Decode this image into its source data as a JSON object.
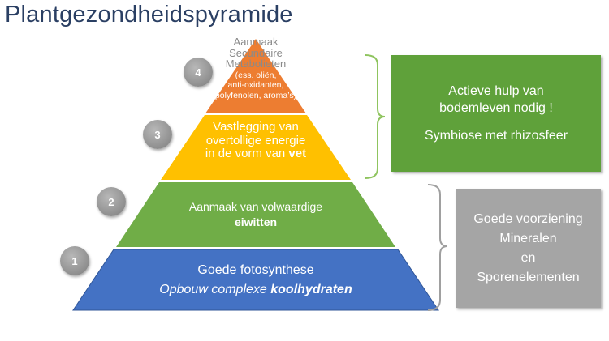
{
  "title": "Plantgezondheidspyramide",
  "colors": {
    "level1": "#4472c4",
    "level2": "#70ad47",
    "level3": "#ffc000",
    "level4": "#ed7d31",
    "green_box": "#5fa13a",
    "grey_box": "#a5a5a5"
  },
  "levels": [
    {
      "number": "1",
      "line1": "Goede fotosynthese",
      "line2_prefix": "Opbouw complexe ",
      "line2_bold": "koolhydraten"
    },
    {
      "number": "2",
      "line1": "Aanmaak van volwaardige",
      "line2_bold": "eiwitten"
    },
    {
      "number": "3",
      "line1": "Vastlegging van",
      "line2": "overtollige energie",
      "line3_prefix": "in de vorm van ",
      "line3_bold": "vet"
    },
    {
      "number": "4",
      "line1": "Aanmaak",
      "line2": "Secundaire",
      "line3": "Metabolieten",
      "line4": "(ess. oliën,",
      "line5": "anti-oxidanten,",
      "line6": "polyfenolen, aroma’s)"
    }
  ],
  "green_box": {
    "line1": "Actieve hulp van",
    "line2": "bodemleven nodig !",
    "line3": "Symbiose met  rhizosfeer"
  },
  "grey_box": {
    "line1": "Goede voorziening",
    "line2": "Mineralen",
    "line3": "en",
    "line4": "Sporenelementen"
  }
}
